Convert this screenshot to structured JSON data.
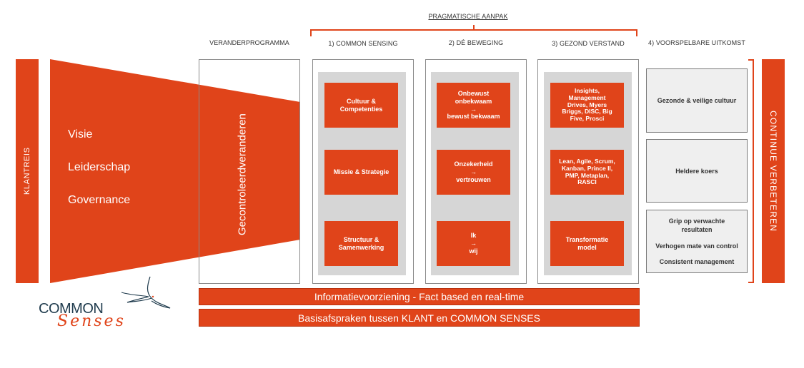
{
  "header": {
    "pragmatic_label": "PRAGMATISCHE AANPAK",
    "col_veranderprogramma": "VERANDERPROGRAMMA",
    "col_1": "1) COMMON SENSING",
    "col_2": "2) DÉ BEWEGING",
    "col_3": "3) GEZOND VERSTAND",
    "col_4": "4) VOORSPELBARE UITKOMST"
  },
  "left_bar": {
    "label": "KLANTREIS"
  },
  "right_bar": {
    "label": "CONTINUE VERBETEREN"
  },
  "funnel": {
    "items": [
      "Visie",
      "Leiderschap",
      "Governance"
    ]
  },
  "program": {
    "label_line1": "Gecontroleerd",
    "label_line2": "veranderen"
  },
  "col1": {
    "boxes": [
      {
        "line1": "Cultuur &",
        "line2": "Competenties"
      },
      {
        "line1": "Missie & Strategie",
        "line2": ""
      },
      {
        "line1": "Structuur &",
        "line2": "Samenwerking"
      }
    ]
  },
  "col2": {
    "boxes": [
      {
        "line1": "Onbewust",
        "line2": "onbekwaam",
        "arrow": "→",
        "line3": "bewust bekwaam"
      },
      {
        "line1": "Onzekerheid",
        "arrow": "→",
        "line2": "vertrouwen"
      },
      {
        "line1": "Ik",
        "arrow": "→",
        "line2": "wij"
      }
    ]
  },
  "col3": {
    "boxes": [
      {
        "line1": "Insights,",
        "line2": "Management",
        "line3": "Drives, Myers",
        "line4": "Briggs,  DISC, Big",
        "line5": "Five, Prosci"
      },
      {
        "line1": "Lean, Agile, Scrum,",
        "line2": "Kanban, Prince II,",
        "line3": "PMP, Metaplan,",
        "line4": "RASCI"
      },
      {
        "line1": "Transformatie",
        "line2": "model"
      }
    ]
  },
  "col4": {
    "box1": "Gezonde & veilige cultuur",
    "box2": "Heldere koers",
    "box3_line1": "Grip op verwachte",
    "box3_line2": "resultaten",
    "box3_line3": "Verhogen mate van control",
    "box3_line4": "Consistent management"
  },
  "bars": {
    "info": "Informatievoorziening - Fact based en real-time",
    "basis": "Basisafspraken tussen KLANT en COMMON SENSES"
  },
  "logo": {
    "line1": "COMMON",
    "line2": "Senses"
  },
  "colors": {
    "orange": "#e0441a",
    "grey_inner": "#d6d6d6",
    "grey_box": "#efefef"
  }
}
